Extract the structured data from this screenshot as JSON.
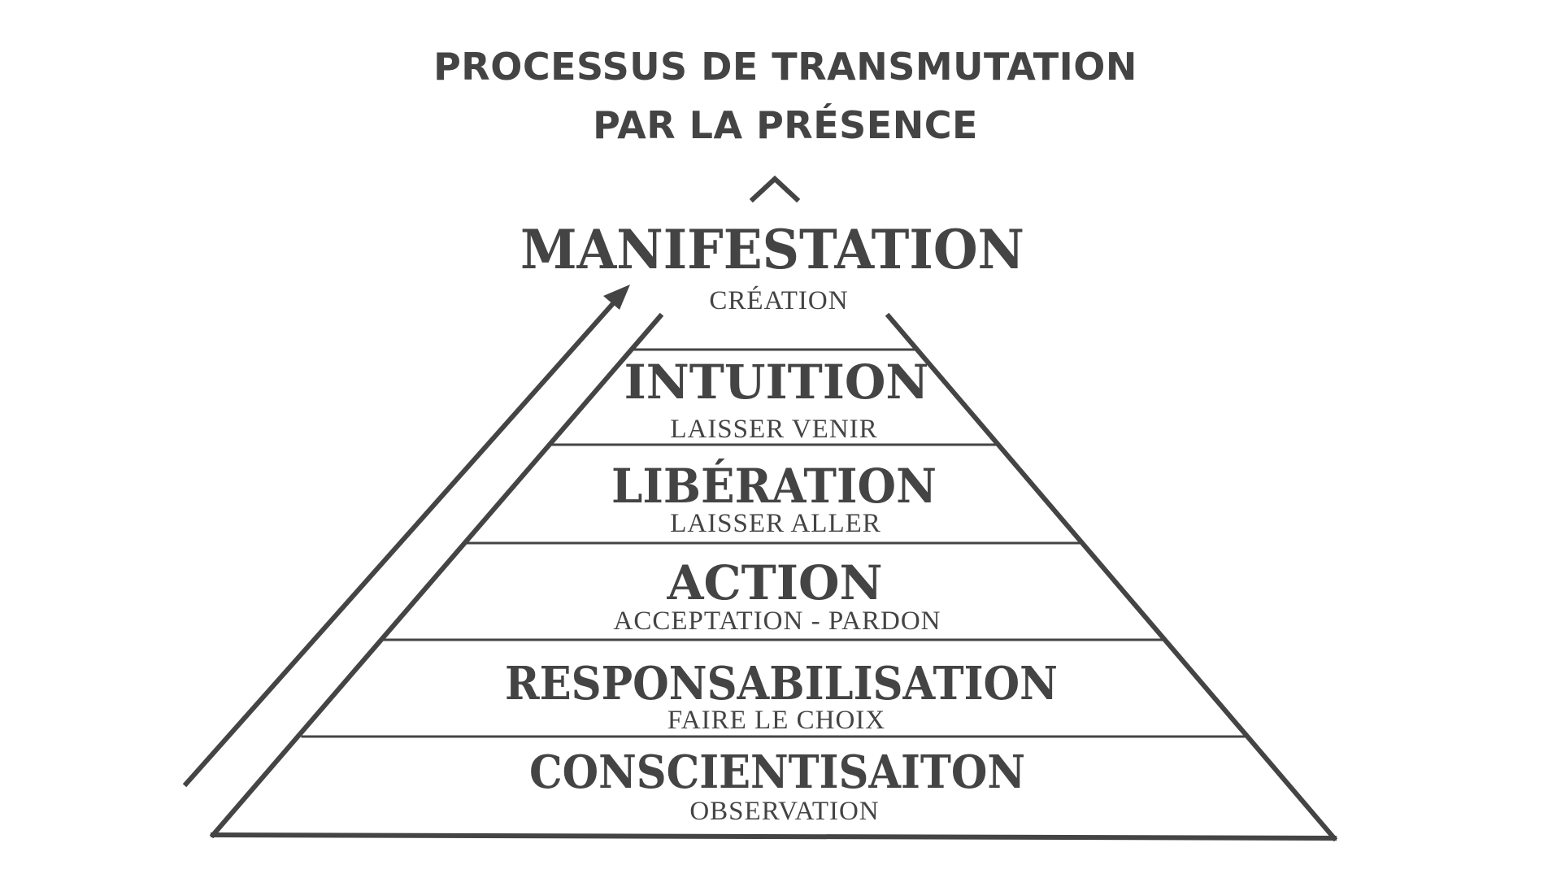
{
  "title": {
    "line1": "PROCESSUS DE TRANSMUTATION",
    "line2": "PAR LA PRÉSENCE"
  },
  "colors": {
    "ink": "#444444",
    "background": "#ffffff"
  },
  "icons": {
    "apex": "caret-up-icon",
    "progress": "diagonal-arrow-icon"
  },
  "levels": [
    {
      "title": "MANIFESTATION",
      "subtitle": "CRÉATION"
    },
    {
      "title": "INTUITION",
      "subtitle": "LAISSER VENIR"
    },
    {
      "title": "LIBÉRATION",
      "subtitle": "LAISSER ALLER"
    },
    {
      "title": "ACTION",
      "subtitle": "ACCEPTATION - PARDON"
    },
    {
      "title": "RESPONSABILISATION",
      "subtitle": "FAIRE LE CHOIX"
    },
    {
      "title": "CONSCIENTISAITON",
      "subtitle": "OBSERVATION"
    }
  ]
}
